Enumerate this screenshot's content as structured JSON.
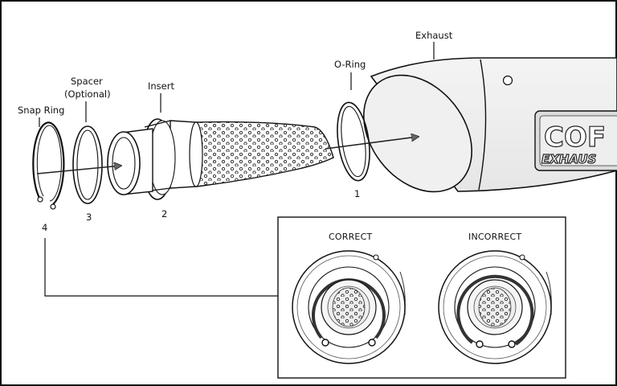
{
  "labels": {
    "exhaust": "Exhaust",
    "o_ring": "O-Ring",
    "insert": "Insert",
    "spacer": "Spacer",
    "spacer_note": "(Optional)",
    "snap_ring": "Snap Ring"
  },
  "numbers": {
    "o_ring": "1",
    "insert": "2",
    "spacer": "3",
    "snap_ring": "4"
  },
  "brand": {
    "line1": "COF",
    "line2": "EXHAUS"
  },
  "inset": {
    "correct": "CORRECT",
    "incorrect": "INCORRECT"
  }
}
